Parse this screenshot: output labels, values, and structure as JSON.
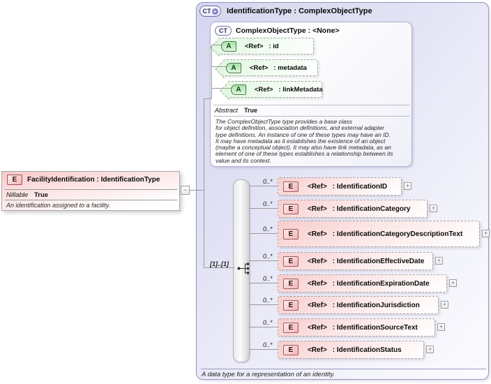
{
  "element_box": {
    "icon": "E",
    "title": "FacilityIdentification : IdentificationType",
    "nillable_label": "Nillable",
    "nillable_value": "True",
    "description": "An identification assigned to a facility.",
    "collapse_glyph": "−"
  },
  "type_panel": {
    "icon": "CT",
    "icon_plus": "+",
    "title": "IdentificationType : ComplexObjectType",
    "expand_glyph": "+",
    "base_type": {
      "icon": "CT",
      "title": "ComplexObjectType : <None>",
      "attributes": [
        {
          "icon": "A",
          "ref": "<Ref>",
          "name": ": id"
        },
        {
          "icon": "A",
          "ref": "<Ref>",
          "name": ": metadata"
        },
        {
          "icon": "A",
          "ref": "<Ref>",
          "name": ": linkMetadata"
        }
      ],
      "abstract_label": "Abstract",
      "abstract_value": "True",
      "description": "The ComplexObjectType type provides a base class\nfor object definition, association definitions, and external adapter\ntype definitions. An instance of one of these types may have an ID.\nIt may have metadata as it establishes the existence of an object\n(maybe a conceptual object). It may also have link metadata, as an\nelement of one of these types establishes a relationship between its\nvalue and its context."
    },
    "sequence": {
      "cardinality": "[1]..[1]"
    },
    "elements": [
      {
        "icon": "E",
        "occurs": "0..*",
        "ref": "<Ref>",
        "name": ": IdentificationID"
      },
      {
        "icon": "E",
        "occurs": "0..*",
        "ref": "<Ref>",
        "name": ": IdentificationCategory"
      },
      {
        "icon": "E",
        "occurs": "0..*",
        "ref": "<Ref>",
        "name": ": IdentificationCategoryDescriptionText"
      },
      {
        "icon": "E",
        "occurs": "0..*",
        "ref": "<Ref>",
        "name": ": IdentificationEffectiveDate"
      },
      {
        "icon": "E",
        "occurs": "0..*",
        "ref": "<Ref>",
        "name": ": IdentificationExpirationDate"
      },
      {
        "icon": "E",
        "occurs": "0..*",
        "ref": "<Ref>",
        "name": ": IdentificationJurisdiction"
      },
      {
        "icon": "E",
        "occurs": "0..*",
        "ref": "<Ref>",
        "name": ": IdentificationSourceText"
      },
      {
        "icon": "E",
        "occurs": "0..*",
        "ref": "<Ref>",
        "name": ": IdentificationStatus"
      }
    ],
    "footer": "A data type for a representation of an identity."
  },
  "colors": {
    "panel_lavender": "#d6d6ef",
    "panel_border": "#9595bd",
    "element_pink": "#f8cdcd",
    "element_icon_border": "#9c5c5c",
    "attribute_green": "#e1f7e1",
    "attribute_icon_green": "#a8e3a8",
    "connector_gray": "#9a9a9a"
  }
}
